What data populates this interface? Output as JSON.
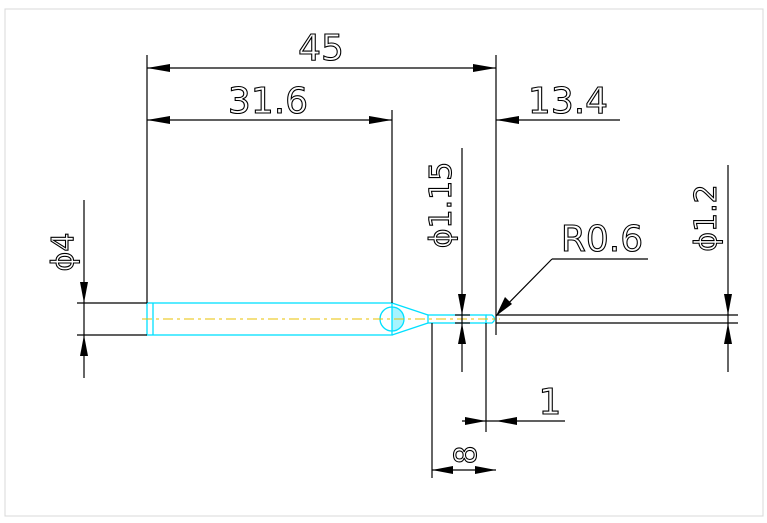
{
  "dimensions": {
    "overall_length": "45",
    "shank_length": "31.6",
    "neck_length": "13.4",
    "shank_diameter": "ϕ4",
    "neck_diameter": "ϕ1.15",
    "tip_radius": "R0.6",
    "tip_diameter": "ϕ1.2",
    "cut_length": "1",
    "neck_reach": "8"
  },
  "colors": {
    "tool_outline": "#00e0ff",
    "centerline": "#e8c000",
    "dimension_lines": "#000000",
    "frame": "#d8d8d8"
  }
}
